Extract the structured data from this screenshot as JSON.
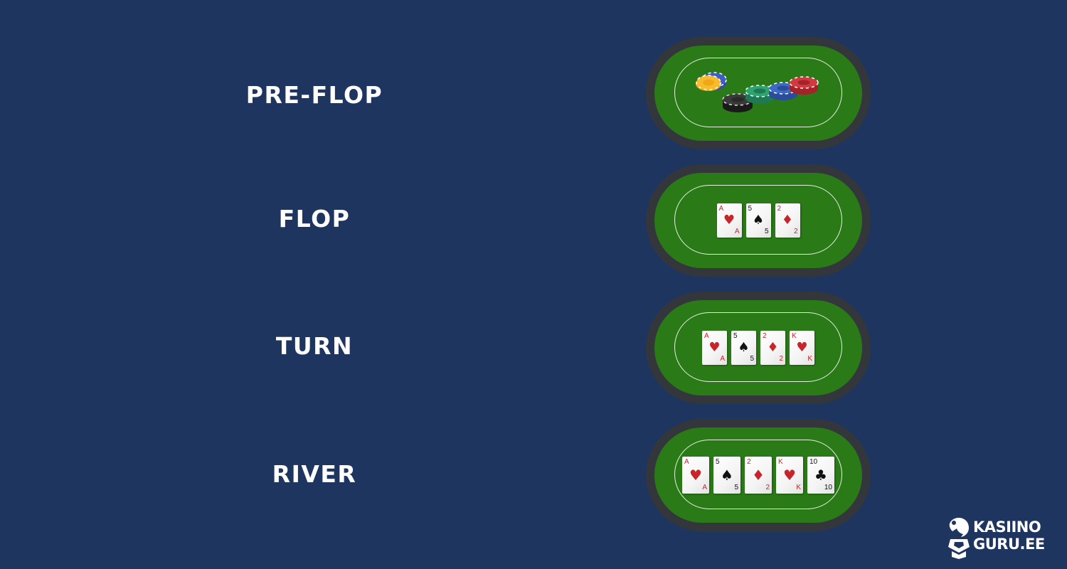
{
  "stages": [
    {
      "label": "PRE-FLOP",
      "cards": []
    },
    {
      "label": "FLOP",
      "cards": [
        {
          "rank": "A",
          "suit": "♥",
          "color": "red"
        },
        {
          "rank": "5",
          "suit": "♠",
          "color": "black"
        },
        {
          "rank": "2",
          "suit": "♦",
          "color": "red"
        }
      ]
    },
    {
      "label": "TURN",
      "cards": [
        {
          "rank": "A",
          "suit": "♥",
          "color": "red"
        },
        {
          "rank": "5",
          "suit": "♠",
          "color": "black"
        },
        {
          "rank": "2",
          "suit": "♦",
          "color": "red"
        },
        {
          "rank": "K",
          "suit": "♥",
          "color": "red"
        }
      ]
    },
    {
      "label": "RIVER",
      "cards": [
        {
          "rank": "A",
          "suit": "♥",
          "color": "red"
        },
        {
          "rank": "5",
          "suit": "♠",
          "color": "black"
        },
        {
          "rank": "2",
          "suit": "♦",
          "color": "red"
        },
        {
          "rank": "K",
          "suit": "♥",
          "color": "red"
        },
        {
          "rank": "10",
          "suit": "♣",
          "color": "black"
        }
      ]
    }
  ],
  "logo": {
    "line1": "KASIINO",
    "line2": "GURU.EE"
  },
  "colors": {
    "background": "#1e3560",
    "table_rim": "#33373b",
    "felt": "#2a7a18",
    "card_red": "#c8252b",
    "card_black": "#111111"
  }
}
